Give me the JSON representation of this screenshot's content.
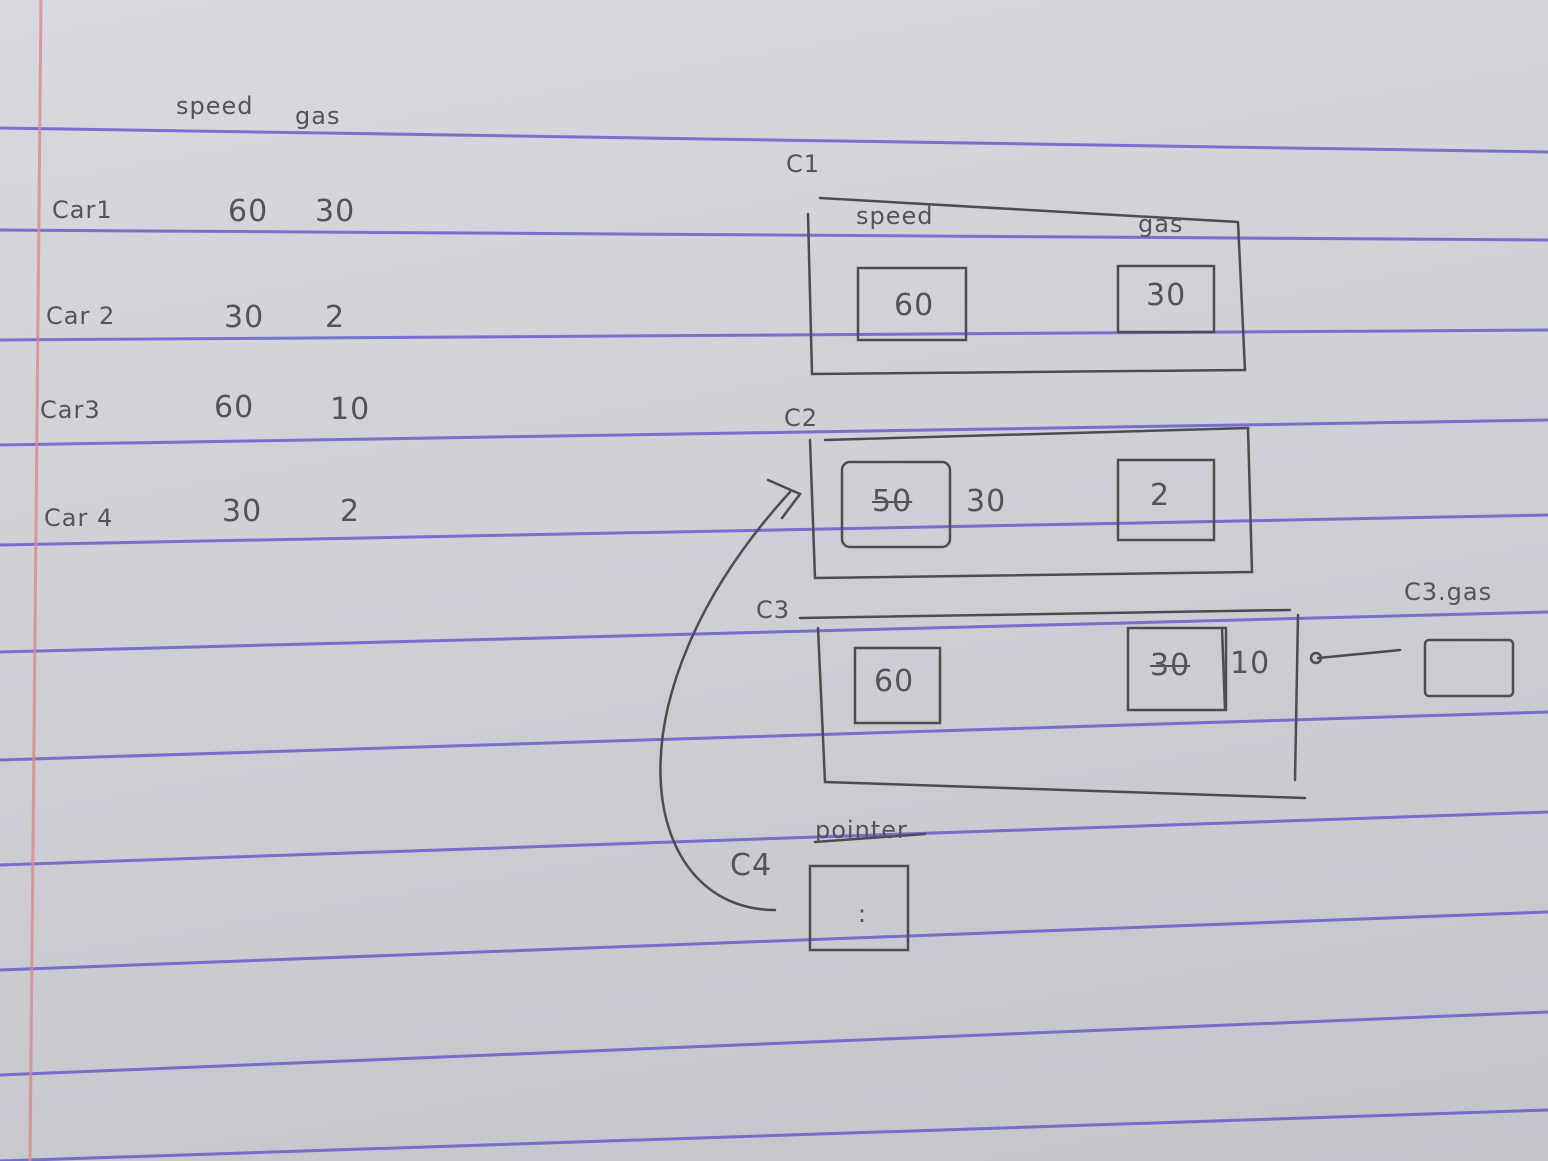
{
  "table": {
    "headers": [
      "speed",
      "gas"
    ],
    "rows": [
      {
        "label": "Car1",
        "speed": "60",
        "gas": "30"
      },
      {
        "label": "Car 2",
        "speed": "30",
        "gas": "2"
      },
      {
        "label": "Car3",
        "speed": "60",
        "gas": "10"
      },
      {
        "label": "Car 4",
        "speed": "30",
        "gas": "2"
      }
    ]
  },
  "diagram": {
    "c1": {
      "label": "C1",
      "speed_header": "speed",
      "gas_header": "gas",
      "speed": "60",
      "gas": "30"
    },
    "c2": {
      "label": "C2",
      "speed_old": "50",
      "speed": "30",
      "gas": "2"
    },
    "c3": {
      "label": "C3",
      "speed": "60",
      "gas_old": "30",
      "gas": "10"
    },
    "c3_gas_ref": {
      "label": "C3.gas"
    },
    "c4": {
      "label": "C4",
      "note": "pointer",
      "mark": ":"
    }
  },
  "colors": {
    "rule_lines": "#5a4fc8",
    "margin_line": "#d98a8a",
    "pencil": "#4e4c52"
  }
}
